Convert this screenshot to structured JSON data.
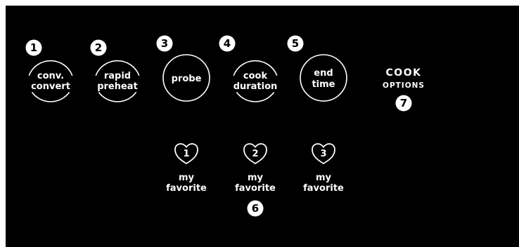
{
  "panel": {
    "buttons": [
      {
        "marker": "1",
        "line1": "conv.",
        "line2": "convert",
        "style": "split-arc"
      },
      {
        "marker": "2",
        "line1": "rapid",
        "line2": "preheat",
        "style": "split-arc"
      },
      {
        "marker": "3",
        "line1": "probe",
        "line2": "",
        "style": "circle"
      },
      {
        "marker": "4",
        "line1": "cook",
        "line2": "duration",
        "style": "split-arc"
      },
      {
        "marker": "5",
        "line1": "end",
        "line2": "time",
        "style": "circle"
      }
    ],
    "cook_options": {
      "title": "COOK",
      "subtitle": "OPTIONS",
      "marker": "7"
    },
    "favorites": [
      {
        "number": "1",
        "line1": "my",
        "line2": "favorite"
      },
      {
        "number": "2",
        "line1": "my",
        "line2": "favorite"
      },
      {
        "number": "3",
        "line1": "my",
        "line2": "favorite"
      }
    ],
    "favorites_marker": "6"
  }
}
